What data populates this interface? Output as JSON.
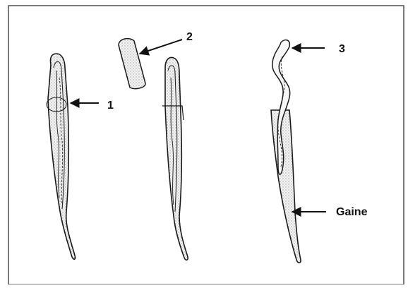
{
  "labels": {
    "one": "1",
    "two": "2",
    "three": "3",
    "sheath": "Gaine"
  },
  "colors": {
    "stroke": "#1a1a1a",
    "frame": "#222222",
    "stipple": "#7a7a7a",
    "background": "#ffffff"
  }
}
